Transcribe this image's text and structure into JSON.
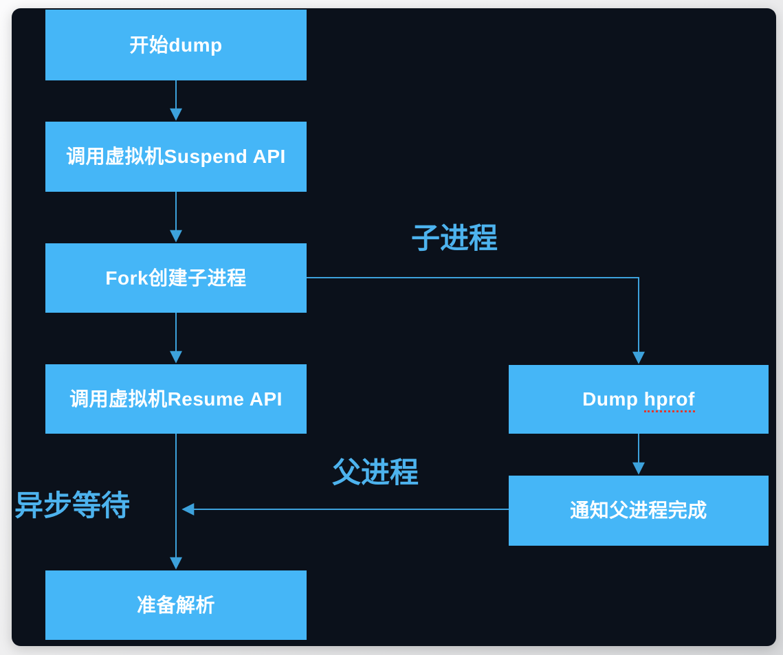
{
  "theme": {
    "panel_bg": "#0b111b",
    "node_fill": "#45b6f7",
    "node_text": "#ffffff",
    "edge_color": "#3da2dc",
    "edge_label_color": "#4db3ee",
    "misspell_underline": "#e0392e"
  },
  "flowchart": {
    "nodes": [
      {
        "id": "start-dump",
        "label": "开始dump"
      },
      {
        "id": "call-suspend-api",
        "label": "调用虚拟机Suspend API"
      },
      {
        "id": "fork-child",
        "label": "Fork创建子进程"
      },
      {
        "id": "call-resume-api",
        "label": "调用虚拟机Resume API"
      },
      {
        "id": "prepare-parse",
        "label": "准备解析"
      },
      {
        "id": "dump-hprof",
        "label": "Dump hprof",
        "text_before": "Dump ",
        "misspelled": "hprof"
      },
      {
        "id": "notify-parent",
        "label": "通知父进程完成"
      }
    ],
    "edge_labels": [
      {
        "id": "child-process",
        "label": "子进程"
      },
      {
        "id": "parent-process",
        "label": "父进程"
      },
      {
        "id": "async-wait",
        "label": "异步等待"
      }
    ]
  }
}
